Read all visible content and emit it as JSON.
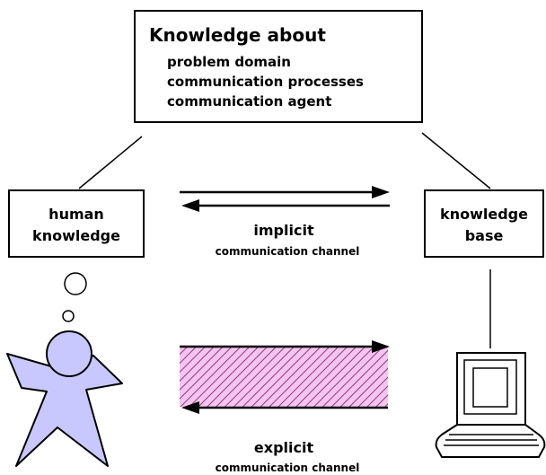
{
  "top_box": {
    "title": "Knowledge about",
    "lines": [
      "problem domain",
      "communication processes",
      "communication agent"
    ]
  },
  "left_box": {
    "lines": [
      "human",
      "knowledge"
    ]
  },
  "right_box": {
    "lines": [
      "knowledge",
      "base"
    ]
  },
  "implicit_channel": {
    "label": "implicit",
    "sublabel": "communication channel"
  },
  "explicit_channel": {
    "label": "explicit",
    "sublabel": "communication channel"
  },
  "colors": {
    "hatch": "#a0308a",
    "hatch_fill": "#f2c6ee",
    "person_fill": "#c8c8ff"
  },
  "icons": [
    "person-icon",
    "thought-bubble-icon",
    "computer-icon"
  ]
}
